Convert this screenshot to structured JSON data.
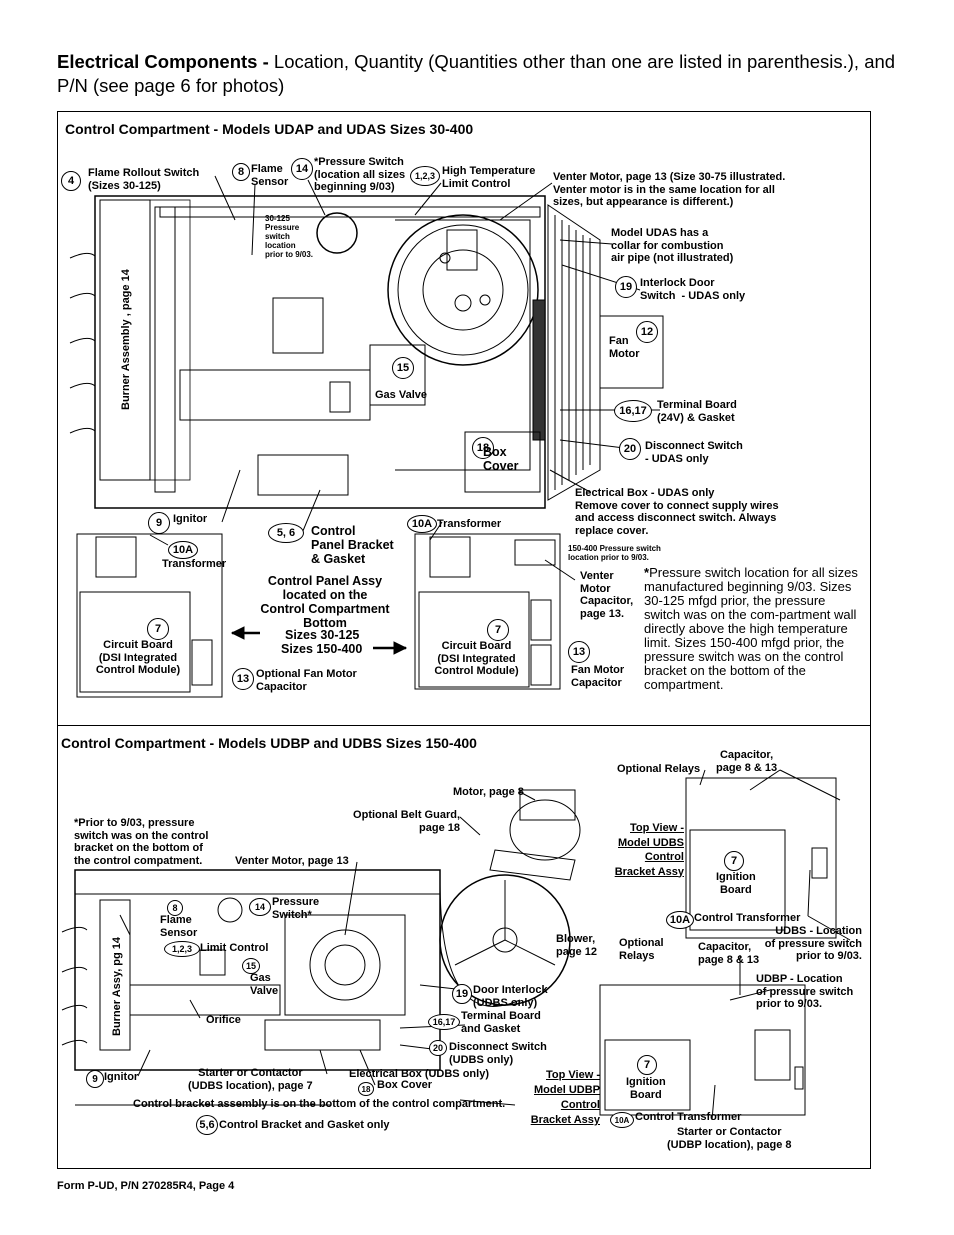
{
  "header": {
    "title_bold": "Electrical Components -",
    "title_rest": " Location, Quantity (Quantities other than one are listed in parenthesis.), and P/N (see page 6 for photos)"
  },
  "section1": {
    "title": "Control Compartment - Models UDAP and UDAS Sizes 30-400",
    "labels": {
      "c4": "4",
      "flame_rollout": "Flame Rollout Switch\n(Sizes 30-125)",
      "c8": "8",
      "flame_sensor": "Flame\nSensor",
      "c14": "14",
      "pressure_switch": "*Pressure Switch\n(location all sizes\nbeginning 9/03)",
      "c123": "1,2,3",
      "high_temp": "High Temperature\nLimit Control",
      "venter_motor": "Venter Motor, page 13 (Size 30-75 illustrated.\nVenter motor is in the same location for all\nsizes, but appearance is different.)",
      "ps_30_125": "30-125\nPressure\nswitch\nlocation\nprior to 9/03.",
      "model_udas_collar": "Model UDAS has a\ncollar for combustion\nair pipe (not illustrated)",
      "c19": "19",
      "interlock_door": "Interlock Door\nSwitch  - UDAS only",
      "burner_assembly": "Burner Assembly , page 14",
      "c12": "12",
      "fan_motor": "Fan\nMotor",
      "c15": "15",
      "gas_valve": "Gas Valve",
      "c1617": "16,17",
      "terminal_board": "Terminal Board\n(24V) & Gasket",
      "c18": "18",
      "box_cover": "Box\nCover",
      "c20": "20",
      "disconnect_switch": "Disconnect Switch\n- UDAS only",
      "electrical_box": "Electrical Box - UDAS only\nRemove cover to connect supply wires\nand access disconnect switch. Always\nreplace cover.",
      "c9": "9",
      "ignitor": "Ignitor",
      "c10a_left": "10A",
      "transformer_left": "Transformer",
      "c56": "5, 6",
      "control_panel_bracket": "Control\nPanel Bracket\n& Gasket",
      "c10a_right": "10A",
      "transformer_right": "Transformer",
      "ps_150_400": "150-400 Pressure switch\nlocation prior to 9/03.",
      "control_panel_assy": "Control Panel Assy\nlocated on the\nControl Compartment\nBottom",
      "sizes_30_125": "Sizes 30-125",
      "sizes_150_400": "Sizes 150-400",
      "venter_motor_cap": "Venter\nMotor\nCapacitor,\npage 13.",
      "c7_left": "7",
      "circuit_board_left": "Circuit Board\n(DSI Integrated\nControl Module)",
      "c7_right": "7",
      "circuit_board_right": "Circuit Board\n(DSI Integrated\nControl Module)",
      "c13_left": "13",
      "opt_fan_cap": "Optional Fan Motor\nCapacitor",
      "c13_right": "13",
      "fan_motor_cap": "Fan Motor\nCapacitor",
      "note_bold": "*",
      "note": "Pressure switch location for all sizes manufactured beginning 9/03. Sizes 30-125 mfgd prior, the pressure switch was on the com-partment wall directly above the high temperature limit. Sizes 150-400 mfgd prior, the pressure switch was on the control bracket on the bottom of the compartment."
    }
  },
  "section2": {
    "title": "Control Compartment - Models UDBP and UDBS Sizes 150-400",
    "labels": {
      "prior_note": "*Prior to 9/03, pressure\nswitch was on the control\nbracket on the bottom of\nthe control compatment.",
      "motor": "Motor, page 8",
      "belt_guard": "Optional Belt Guard,\npage 18",
      "optional_relays_top": "Optional Relays",
      "capacitor_top": "Capacitor,\npage 8 & 13",
      "top_view_udbs": [
        "Top View -",
        "Model UDBS",
        "Control",
        "Bracket Assy"
      ],
      "c7_udbs": "7",
      "ignition_board_udbs": "Ignition\nBoard",
      "c10a_udbs": "10A",
      "control_transformer_udbs": "Control Transformer",
      "udbs_location": "UDBS - Location\nof pressure switch\nprior to 9/03.",
      "venter_motor": "Venter Motor, page 13",
      "c8": "8",
      "flame_sensor": "Flame\nSensor",
      "c14": "14",
      "pressure_switch": "Pressure\nSwitch*",
      "c123": "1,2,3",
      "limit_control": "Limit Control",
      "c15": "15",
      "gas_valve": "Gas\nValve",
      "burner_assy": "Burner Assy, pg 14",
      "orifice": "Orifice",
      "blower": "Blower,\npage 12",
      "c19": "19",
      "door_interlock": "Door Interlock\n(UDBS only)",
      "c1617": "16,17",
      "terminal_board": "Terminal Board\nand Gasket",
      "c20": "20",
      "disconnect_switch": "Disconnect Switch\n(UDBS only)",
      "optional_relays_bottom": "Optional\nRelays",
      "capacitor_bottom": "Capacitor,\npage 8 & 13",
      "udbp_location": "UDBP - Location\nof pressure switch\nprior to 9/03.",
      "c9": "9",
      "ignitor": "Ignitor",
      "starter_contactor_udbs": "Starter or Contactor\n(UDBS location), page 7",
      "electrical_box": "Electrical Box (UDBS only)",
      "c18": "18",
      "box_cover": "Box Cover",
      "top_view_udbp": [
        "Top View -",
        "Model UDBP",
        "Control",
        "Bracket Assy"
      ],
      "c7_udbp": "7",
      "ignition_board_udbp": "Ignition\nBoard",
      "c10a_udbp": "10A",
      "control_transformer_udbp": "Control Transformer",
      "starter_contactor_udbp": "Starter or Contactor\n(UDBP location), page 8",
      "bracket_note": "Control bracket assembly is on the bottom of the control compartment.",
      "c56": "5,6",
      "bracket_gasket": "Control Bracket and Gasket only"
    }
  },
  "footer": "Form P-UD, P/N 270285R4, Page 4"
}
